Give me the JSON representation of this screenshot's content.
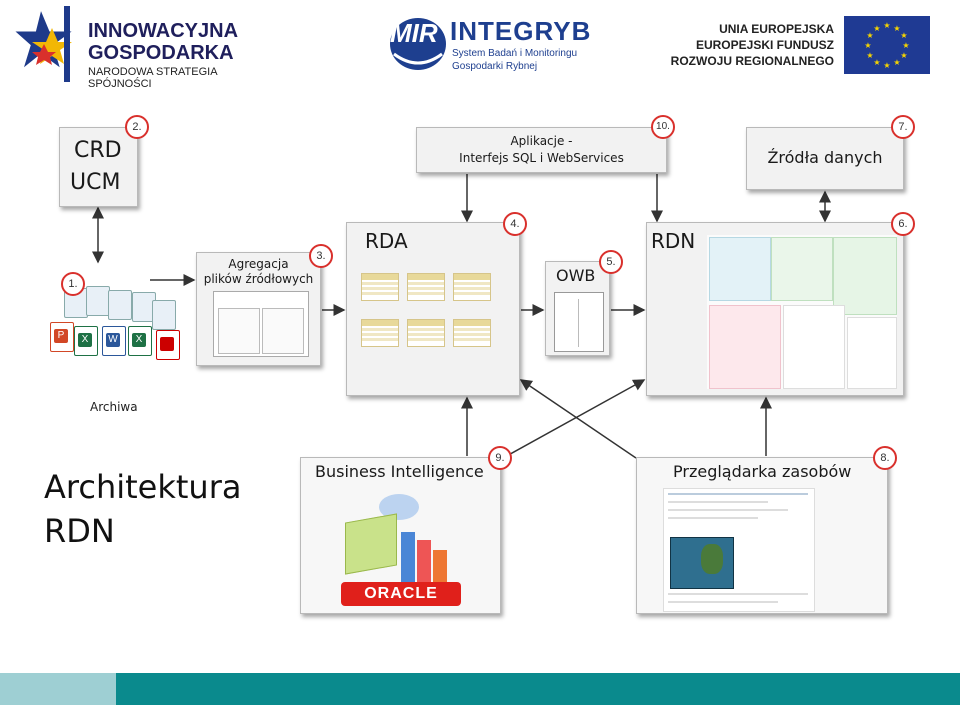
{
  "header": {
    "innowacyjna": "INNOWACYJNA",
    "gospodarka": "GOSPODARKA",
    "strategia": "NARODOWA STRATEGIA SPÓJNOŚCI",
    "mir": "MIR",
    "integryb": "INTEGRYB",
    "system1": "System Badań i Monitoringu",
    "system2": "Gospodarki Rybnej",
    "ue1": "UNIA EUROPEJSKA",
    "ue2": "EUROPEJSKI FUNDUSZ",
    "ue3": "ROZWOJU REGIONALNEGO"
  },
  "boxes": {
    "crd_line1": "CRD",
    "crd_line2": "UCM",
    "agregacja_line1": "Agregacja",
    "agregacja_line2": "plików źródłowych",
    "rda": "RDA",
    "owb": "OWB",
    "rdn": "RDN",
    "aplikacje_line1": "Aplikacje -",
    "aplikacje_line2": "Interfejs SQL i WebServices",
    "zrodla": "Źródła danych",
    "bi": "Business Intelligence",
    "przegladarka": "Przeglądarka zasobów",
    "oracle": "ORACLE"
  },
  "badges": {
    "b1": "1.",
    "b2": "2.",
    "b3": "3.",
    "b4": "4.",
    "b5": "5.",
    "b6": "6.",
    "b7": "7.",
    "b8": "8.",
    "b9": "9.",
    "b10": "10."
  },
  "archiwa": "Archiwa",
  "title_line1": "Architektura",
  "title_line2": "RDN",
  "colors": {
    "badge_border": "#d9302c",
    "footer_light": "#9ecfd3",
    "footer_dark": "#0a8a8d",
    "oracle_red": "#e0201b"
  }
}
